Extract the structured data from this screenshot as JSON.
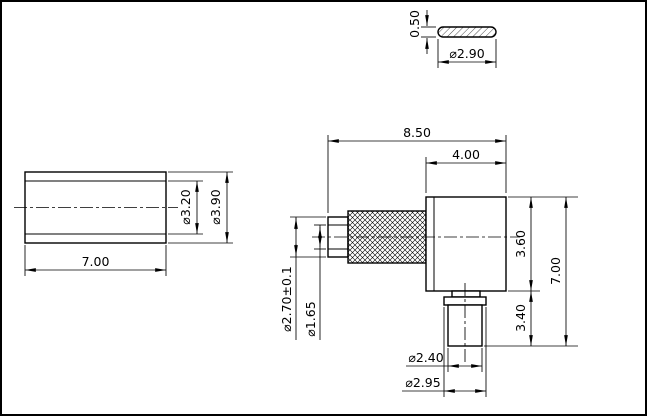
{
  "drawing": {
    "colors": {
      "line": "#000000",
      "background": "#ffffff"
    },
    "washer": {
      "thickness": "0.50",
      "diameter": "⌀2.90"
    },
    "tube": {
      "inner_diameter": "⌀3.20",
      "outer_diameter": "⌀3.90",
      "length": "7.00"
    },
    "connector": {
      "overall_length": "8.50",
      "body_width": "4.00",
      "body_height": "3.60",
      "overall_height": "7.00",
      "stem_height": "3.40",
      "interface_diameter": "⌀2.70±0.1",
      "pin_diameter": "⌀1.65",
      "stem_diameter": "⌀2.40",
      "flange_diameter": "⌀2.95"
    }
  }
}
